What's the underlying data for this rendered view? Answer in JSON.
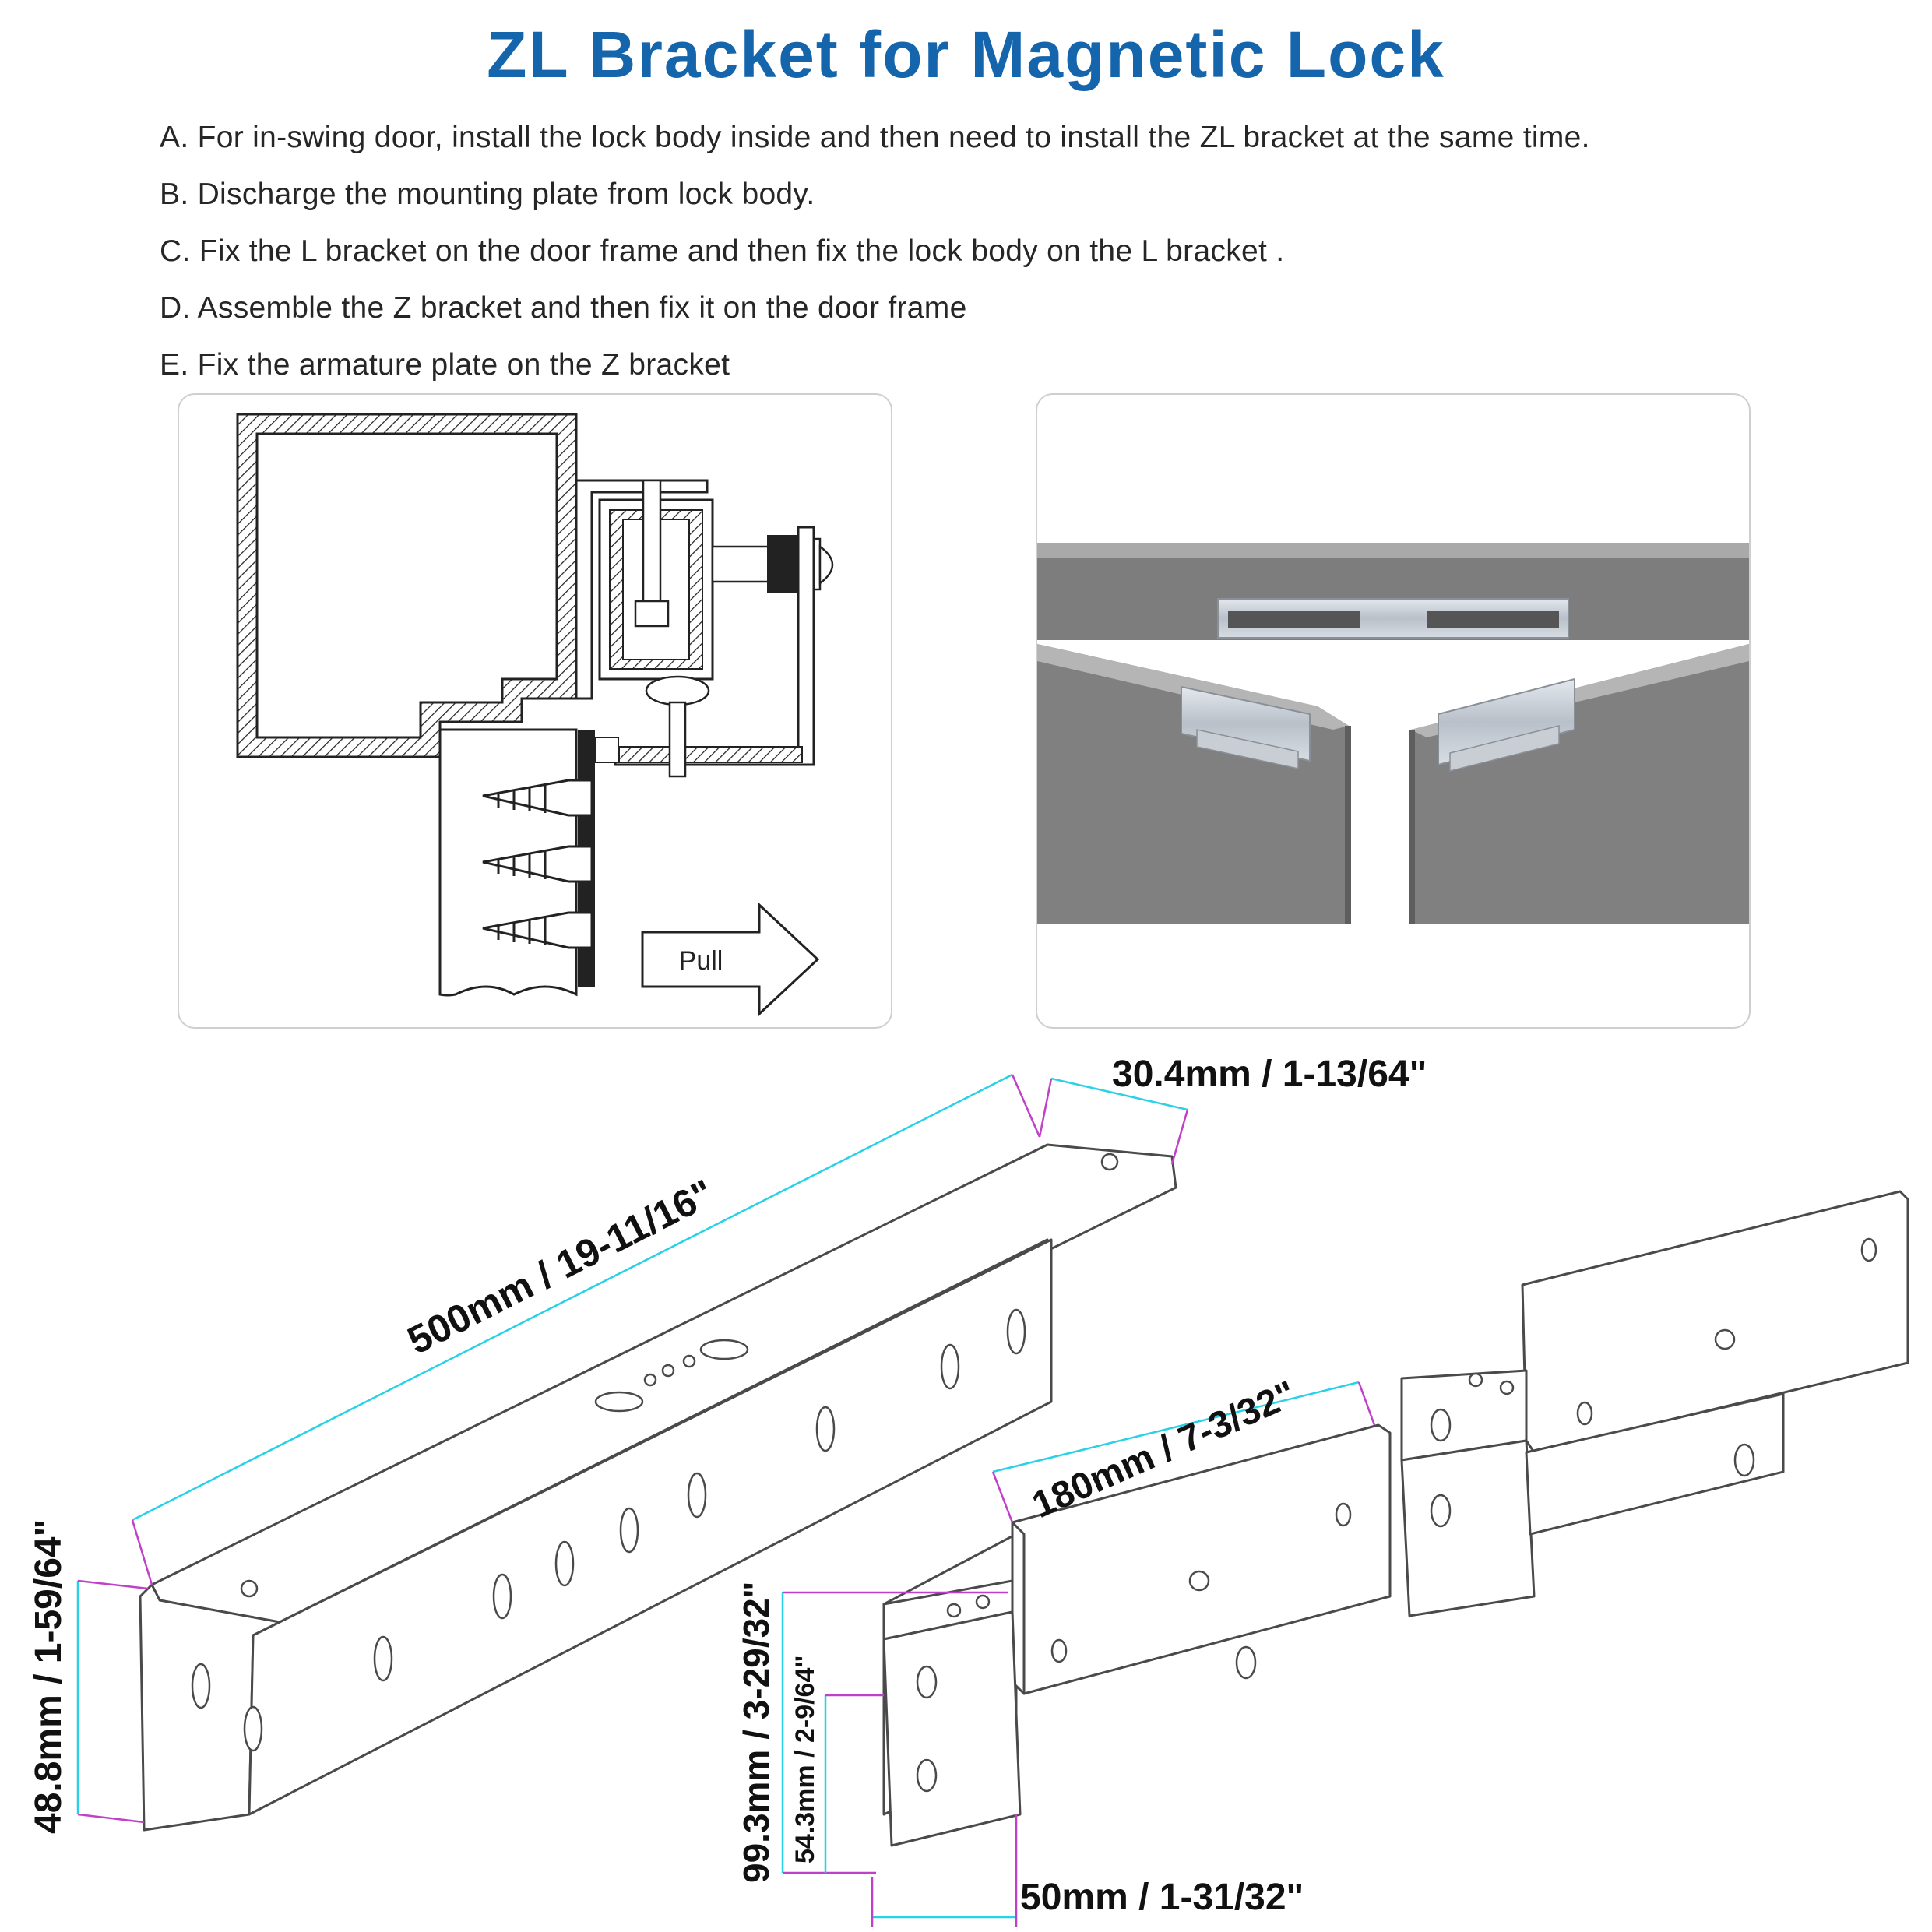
{
  "header": {
    "title": "ZL Bracket for Magnetic Lock",
    "title_color": "#1565ad"
  },
  "instructions": [
    "A. For in-swing door, install the lock body inside and then need to install the ZL bracket at the same time.",
    "B. Discharge the mounting plate from lock body.",
    "C. Fix the L bracket on the door frame and then fix the lock body on the L bracket .",
    "D. Assemble the Z bracket and then fix it on the door frame",
    "E. Fix the armature plate on the Z bracket"
  ],
  "diagram": {
    "pull_label": "Pull"
  },
  "dimensions": {
    "l_bracket_length": "500mm / 19-11/16\"",
    "l_bracket_depth": "30.4mm / 1-13/64\"",
    "l_bracket_height": "48.8mm / 1-59/64\"",
    "z_bracket_length": "180mm / 7-3/32\"",
    "z_bracket_height": "99.3mm / 3-29/32\"",
    "z_bracket_inner_height": "54.3mm / 2-9/64\"",
    "z_bracket_width": "50mm / 1-31/32\"",
    "dimension_line_color": "#27d1e6",
    "extension_line_color": "#c040c8"
  }
}
